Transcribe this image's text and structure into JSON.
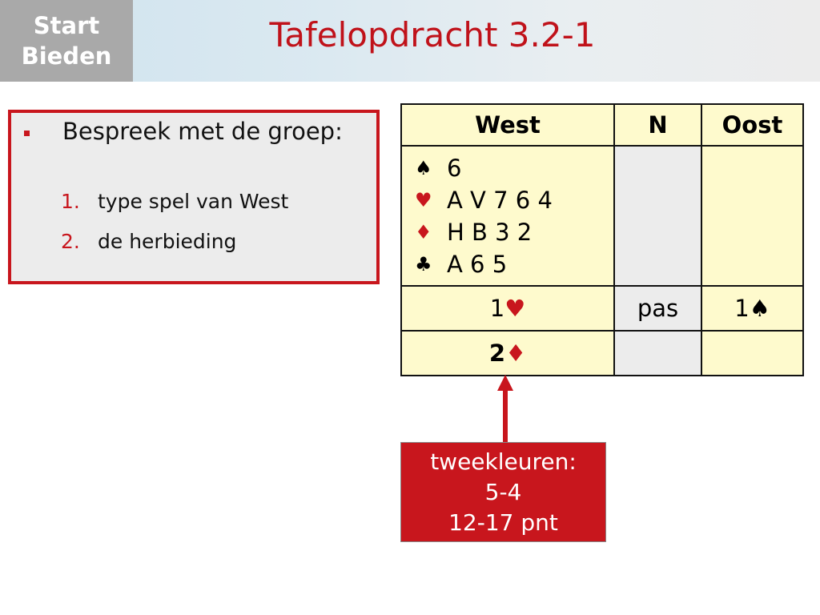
{
  "header": {
    "logo_line1": "Start",
    "logo_line2": "Bieden",
    "title": "Tafelopdracht 3.2-1"
  },
  "task": {
    "bullet": "Bespreek met de groep:",
    "items": [
      {
        "num": "1.",
        "text": "type spel van West"
      },
      {
        "num": "2.",
        "text": "de herbieding"
      }
    ]
  },
  "table": {
    "headers": [
      "West",
      "N",
      "Oost"
    ],
    "hand": [
      {
        "suit_icon": "spade-icon",
        "symbol": "♠",
        "cards": "6",
        "color": "#000000"
      },
      {
        "suit_icon": "heart-icon",
        "symbol": "♥",
        "cards": "A V 7 6 4",
        "color": "#c8161d"
      },
      {
        "suit_icon": "diamond-icon",
        "symbol": "♦",
        "cards": "H B 3 2",
        "color": "#c8161d"
      },
      {
        "suit_icon": "club-icon",
        "symbol": "♣",
        "cards": "A 6 5",
        "color": "#000000"
      }
    ],
    "bids_row1": {
      "west_level": "1",
      "west_suit": "♥",
      "north": "pas",
      "oost_level": "1",
      "oost_suit": "♠"
    },
    "bids_row2": {
      "west_level": "2",
      "west_suit": "♦"
    }
  },
  "callout": {
    "line1": "tweekleuren:",
    "line2": "5-4",
    "line3": "12-17 pnt"
  },
  "colors": {
    "accent_red": "#c8161d",
    "table_yellow": "#fefacd",
    "table_grey": "#ececec"
  }
}
